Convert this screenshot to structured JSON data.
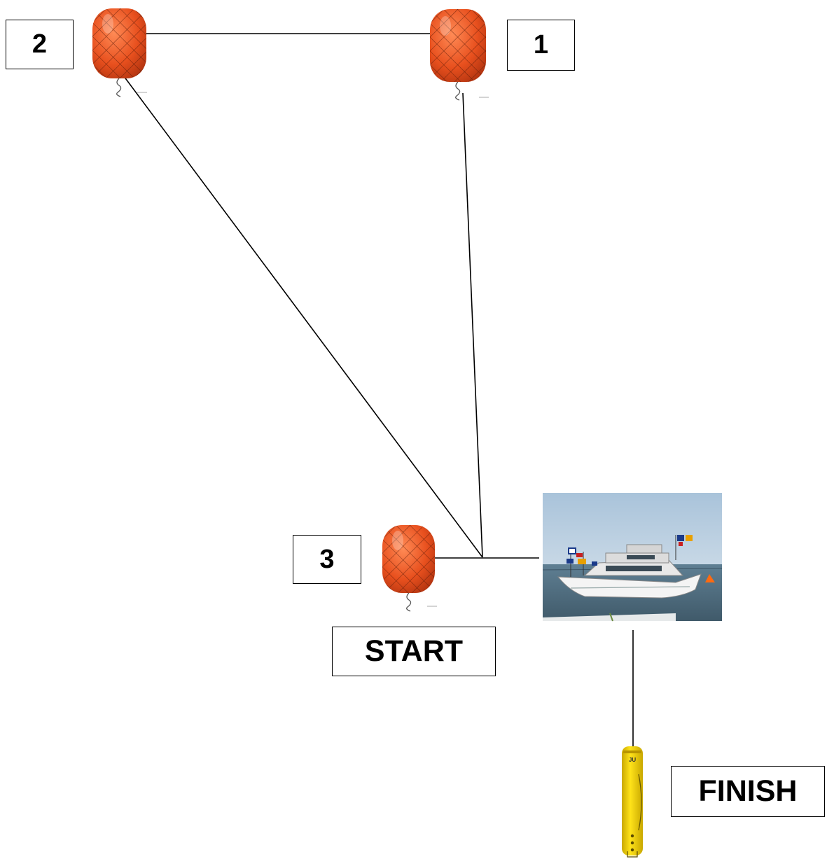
{
  "marks": {
    "mark_1": "1",
    "mark_2": "2",
    "mark_3": "3"
  },
  "labels": {
    "start": "START",
    "finish": "FINISH"
  },
  "colors": {
    "buoy": "#e8501e",
    "buoy_dark": "#b23410",
    "finish_buoy": "#f5d000",
    "sea": "#6f8898",
    "sky": "#c9d8e4"
  },
  "icons": [
    "orange-inflatable-buoy-icon",
    "committee-boat-photo",
    "yellow-spar-buoy-icon"
  ]
}
